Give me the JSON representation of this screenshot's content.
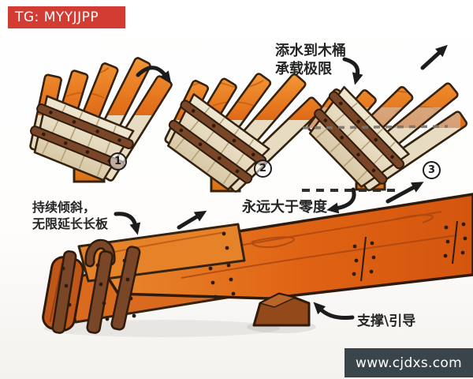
{
  "watermark_top": {
    "text": "TG: MYYJJPP"
  },
  "watermark_bottom": {
    "text": "www.cjdxs.com"
  },
  "annotations": {
    "add_water": {
      "line1": "添水到木桶",
      "line2": "承载极限"
    },
    "keep_tilting": {
      "line1": "持续倾斜，",
      "line2": "无限延长长板"
    },
    "above_zero": {
      "text": "永远大于零度"
    },
    "support": {
      "text": "支撑\\引导"
    }
  },
  "steps": [
    {
      "label": "1"
    },
    {
      "label": "2"
    },
    {
      "label": "3"
    }
  ],
  "colors": {
    "banner_red": "#d23c32",
    "banner_dark": "#39444b",
    "wood_orange": "#ef8c2e",
    "wood_deep": "#dd5f12",
    "stave_cream": "#e7dcc2",
    "band_brown": "#7a4628",
    "outline_dark": "#35230f",
    "arrow_black": "#1c1c1c",
    "text": "#252525"
  }
}
